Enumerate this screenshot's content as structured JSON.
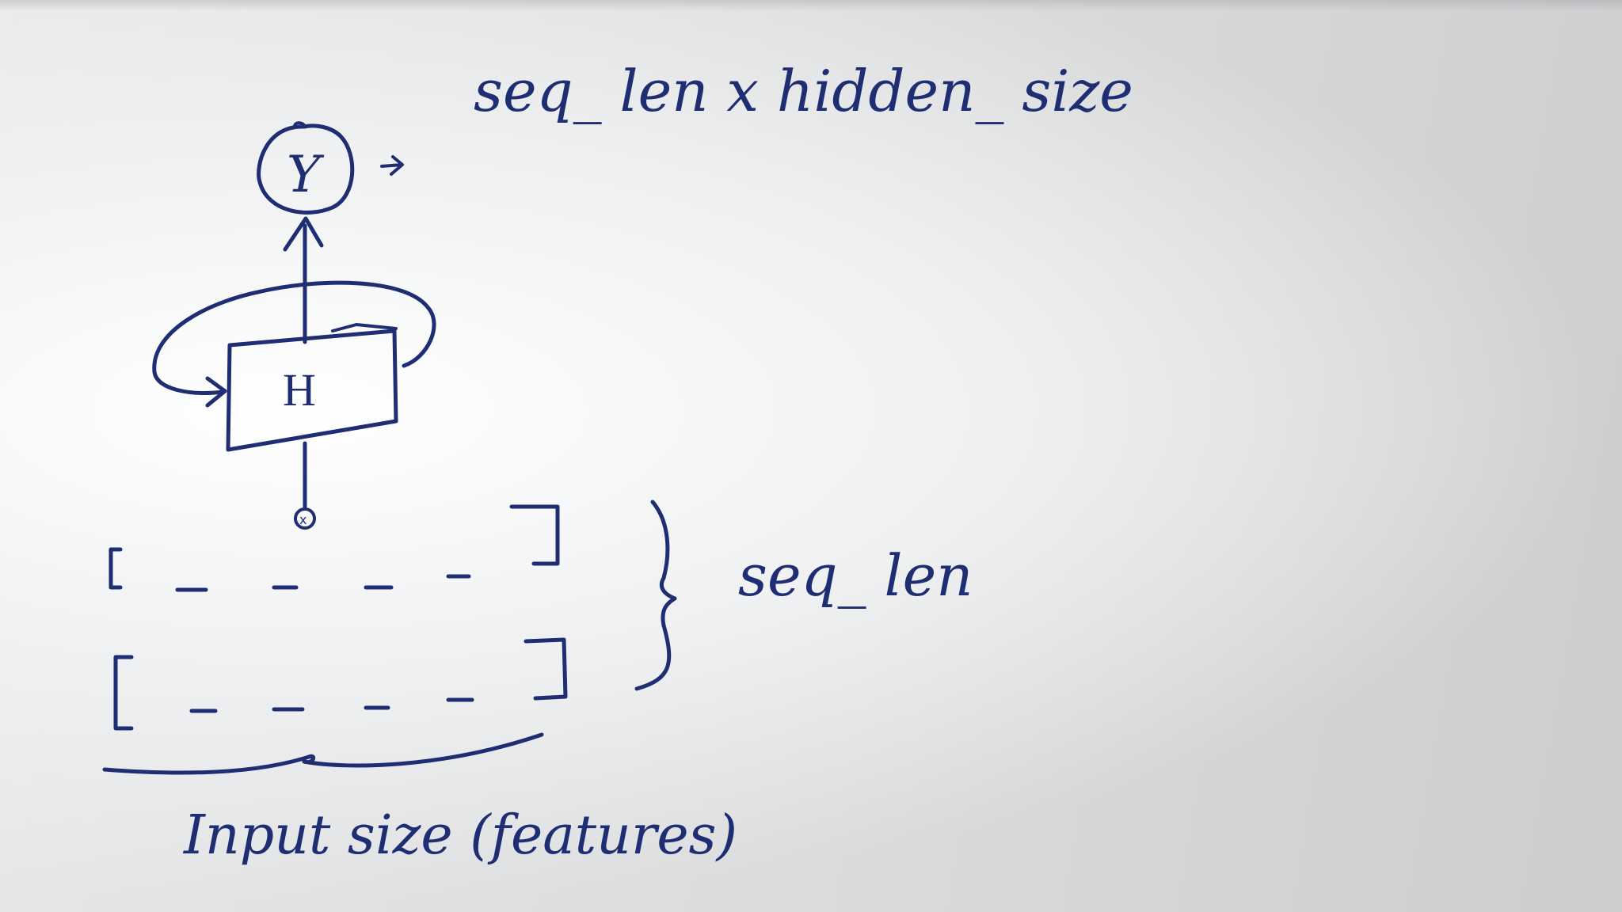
{
  "ink_color": "#1f2d73",
  "diagram": {
    "output_label": "seq_ len x hidden_ size",
    "output_node": "Y",
    "hidden_node": "H",
    "input_node": "x",
    "brace_label": "seq_ len",
    "input_label": "Input size (features)"
  }
}
